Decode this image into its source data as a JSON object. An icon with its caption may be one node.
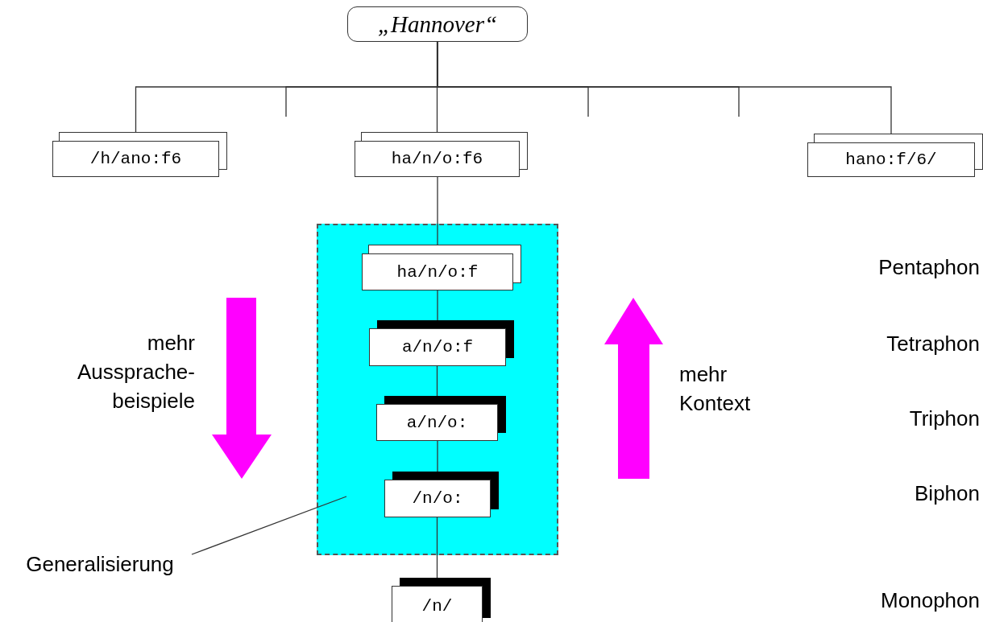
{
  "diagram": {
    "nodes": [
      {
        "text": [
          "„Hannover“"
        ]
      },
      {
        "text": [
          "/h/ano:f6"
        ]
      },
      {
        "text": [
          "ha/n/o:f6"
        ]
      },
      {
        "text": [
          "hano:f/6/"
        ]
      },
      {
        "text": [],
        "shape": "box"
      },
      {
        "text": [
          "ha/n/o:f"
        ],
        "in": 4
      },
      {
        "text": [
          "a/n/o:f"
        ],
        "in": 4
      },
      {
        "text": [
          "a/n/o:"
        ],
        "in": 4
      },
      {
        "text": [
          "/n/o:"
        ],
        "in": 4
      },
      {
        "text": [
          "/n/"
        ]
      },
      {
        "text": [
          "Generalisierung"
        ]
      }
    ],
    "edges": [
      {
        "from": 0,
        "to": 1,
        "arrow": "none"
      },
      {
        "from": 0,
        "to": null,
        "arrow": "none"
      },
      {
        "from": 0,
        "to": 2,
        "arrow": "none"
      },
      {
        "from": 0,
        "to": null,
        "arrow": "none"
      },
      {
        "from": 0,
        "to": null,
        "arrow": "none"
      },
      {
        "from": 0,
        "to": 3,
        "arrow": "none"
      },
      {
        "from": 2,
        "to": 5,
        "arrow": "none"
      },
      {
        "from": 5,
        "to": 6,
        "arrow": "none"
      },
      {
        "from": 6,
        "to": 7,
        "arrow": "none"
      },
      {
        "from": 7,
        "to": 8,
        "arrow": "none"
      },
      {
        "from": 8,
        "to": 9,
        "arrow": "none"
      },
      {
        "from": 10,
        "to": 4,
        "arrow": "none"
      }
    ],
    "labels": [
      "mehr Aussprache- beispiele",
      "mehr Kontext",
      "Pentaphon",
      "Tetraphon",
      "Triphon",
      "Biphon",
      "Monophon"
    ]
  }
}
